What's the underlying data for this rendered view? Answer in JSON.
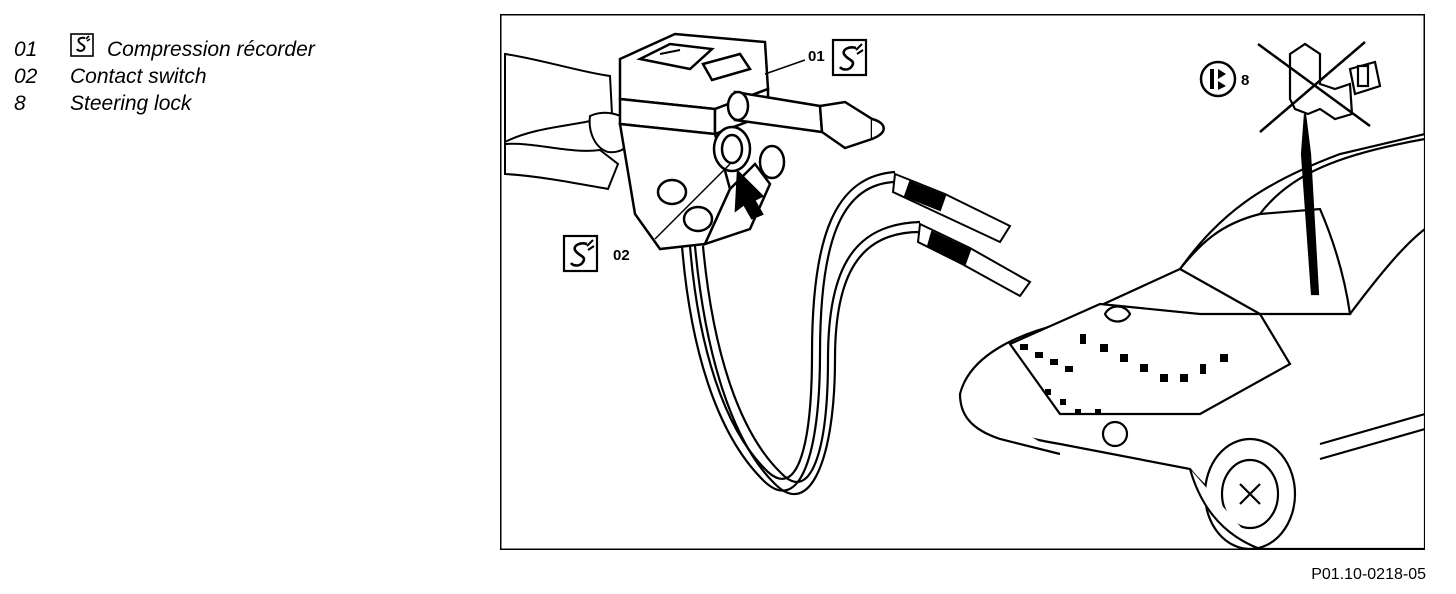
{
  "legend": {
    "items": [
      {
        "number": "01",
        "label": "Compression récorder",
        "icon": "special-tool-icon"
      },
      {
        "number": "02",
        "label": "Contact switch",
        "icon": null
      },
      {
        "number": "8",
        "label": "Steering lock",
        "icon": null
      }
    ]
  },
  "figure": {
    "callouts": {
      "compression_recorder": "01",
      "contact_switch": "02",
      "steering_lock": "8"
    }
  },
  "figure_code": "P01.10-0218-05"
}
